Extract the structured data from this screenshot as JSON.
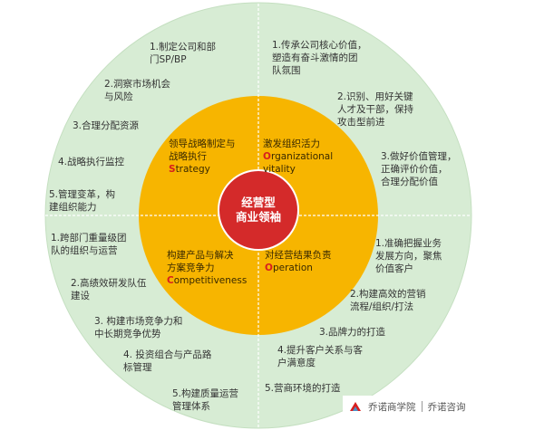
{
  "center": {
    "line1": "经营型",
    "line2": "商业领袖"
  },
  "quadrants": {
    "tl": {
      "text": "领导战略制定与\n战略执行",
      "key_letter": "S",
      "key_rest": "trategy"
    },
    "tr": {
      "text": "激发组织活力",
      "key_letter": "O",
      "key_rest": "rganizational\nvitality"
    },
    "bl": {
      "text": "构建产品与解决\n方案竞争力",
      "key_letter": "C",
      "key_rest": "ompetitiveness"
    },
    "br": {
      "text": "对经营结果负责",
      "key_letter": "O",
      "key_rest": "peration"
    }
  },
  "outer": {
    "tl": [
      "1.制定公司和部\n门SP/BP",
      "2.洞察市场机会\n与风险",
      "3.合理分配资源",
      "4.战略执行监控",
      "5.管理变革，构\n建组织能力"
    ],
    "tr": [
      "1.传承公司核心价值，\n塑造有奋斗激情的团\n队氛围",
      "2.识别、用好关键\n人才及干部，保持\n攻击型前进",
      "3.做好价值管理，\n正确评价价值，\n合理分配价值"
    ],
    "bl": [
      "1.跨部门重量级团\n队的组织与运营",
      "2.高绩效研发队伍\n建设",
      "3. 构建市场竞争力和\n中长期竞争优势",
      "4. 投资组合与产品路\n标管理",
      "5.构建质量运营\n管理体系"
    ],
    "br": [
      "1.准确把握业务\n发展方向，聚焦\n价值客户",
      "2.构建高效的营销\n流程/组织/打法",
      "3.品牌力的打造",
      "4.提升客户关系与客\n户满意度",
      "5.营商环境的打造"
    ]
  },
  "brand": {
    "name1": "乔诺商学院",
    "name2": "乔诺咨询"
  },
  "colors": {
    "outer": "#d7ecd4",
    "middle": "#f7b500",
    "center": "#d42a2a",
    "accent": "#d71e1e"
  }
}
